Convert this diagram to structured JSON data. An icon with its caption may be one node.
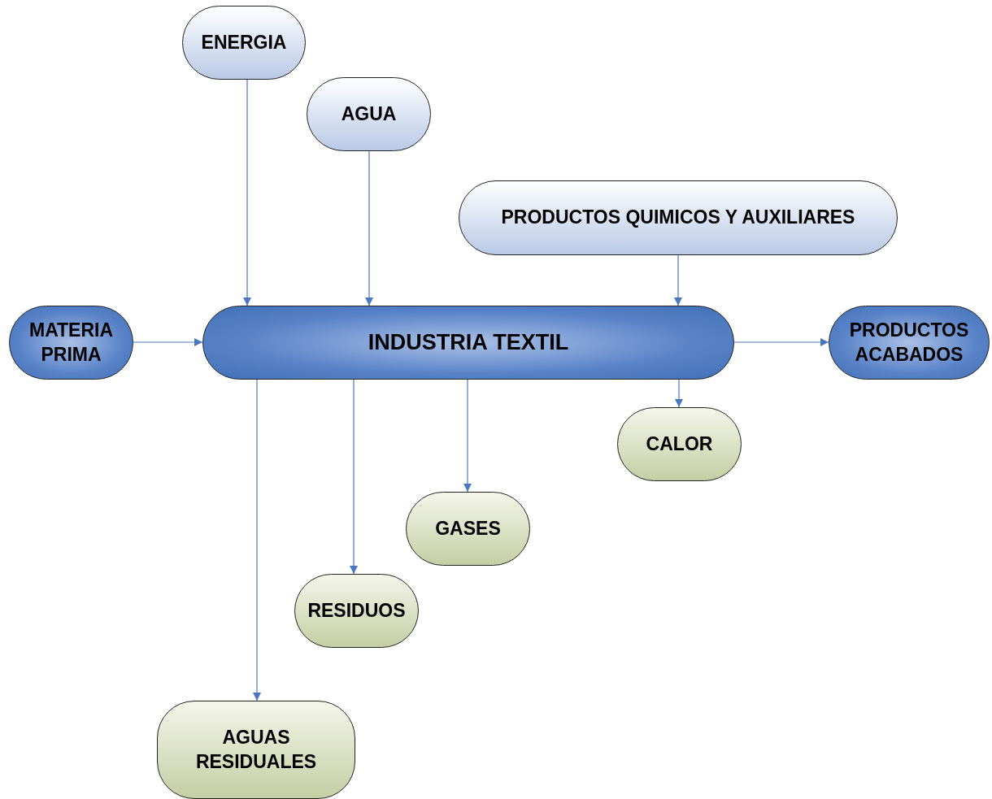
{
  "diagram": {
    "nodes": [
      {
        "text": [
          "ENERGIA"
        ]
      },
      {
        "text": [
          "AGUA"
        ]
      },
      {
        "text": [
          "PRODUCTOS QUIMICOS Y AUXILIARES"
        ]
      },
      {
        "text": [
          "MATERIA PRIMA"
        ]
      },
      {
        "text": [
          "INDUSTRIA TEXTIL"
        ]
      },
      {
        "text": [
          "PRODUCTOS ACABADOS"
        ]
      },
      {
        "text": [
          "CALOR"
        ]
      },
      {
        "text": [
          "GASES"
        ]
      },
      {
        "text": [
          "RESIDUOS"
        ]
      },
      {
        "text": [
          "AGUAS RESIDUALES"
        ]
      }
    ],
    "edges": [
      {
        "from": 0,
        "to": 4,
        "arrow": "to"
      },
      {
        "from": 1,
        "to": 4,
        "arrow": "to"
      },
      {
        "from": 2,
        "to": 4,
        "arrow": "to"
      },
      {
        "from": 3,
        "to": 4,
        "arrow": "to"
      },
      {
        "from": 4,
        "to": 5,
        "arrow": "to"
      },
      {
        "from": 4,
        "to": 6,
        "arrow": "to"
      },
      {
        "from": 4,
        "to": 7,
        "arrow": "to"
      },
      {
        "from": 4,
        "to": 8,
        "arrow": "to"
      },
      {
        "from": 4,
        "to": 9,
        "arrow": "to"
      }
    ]
  }
}
